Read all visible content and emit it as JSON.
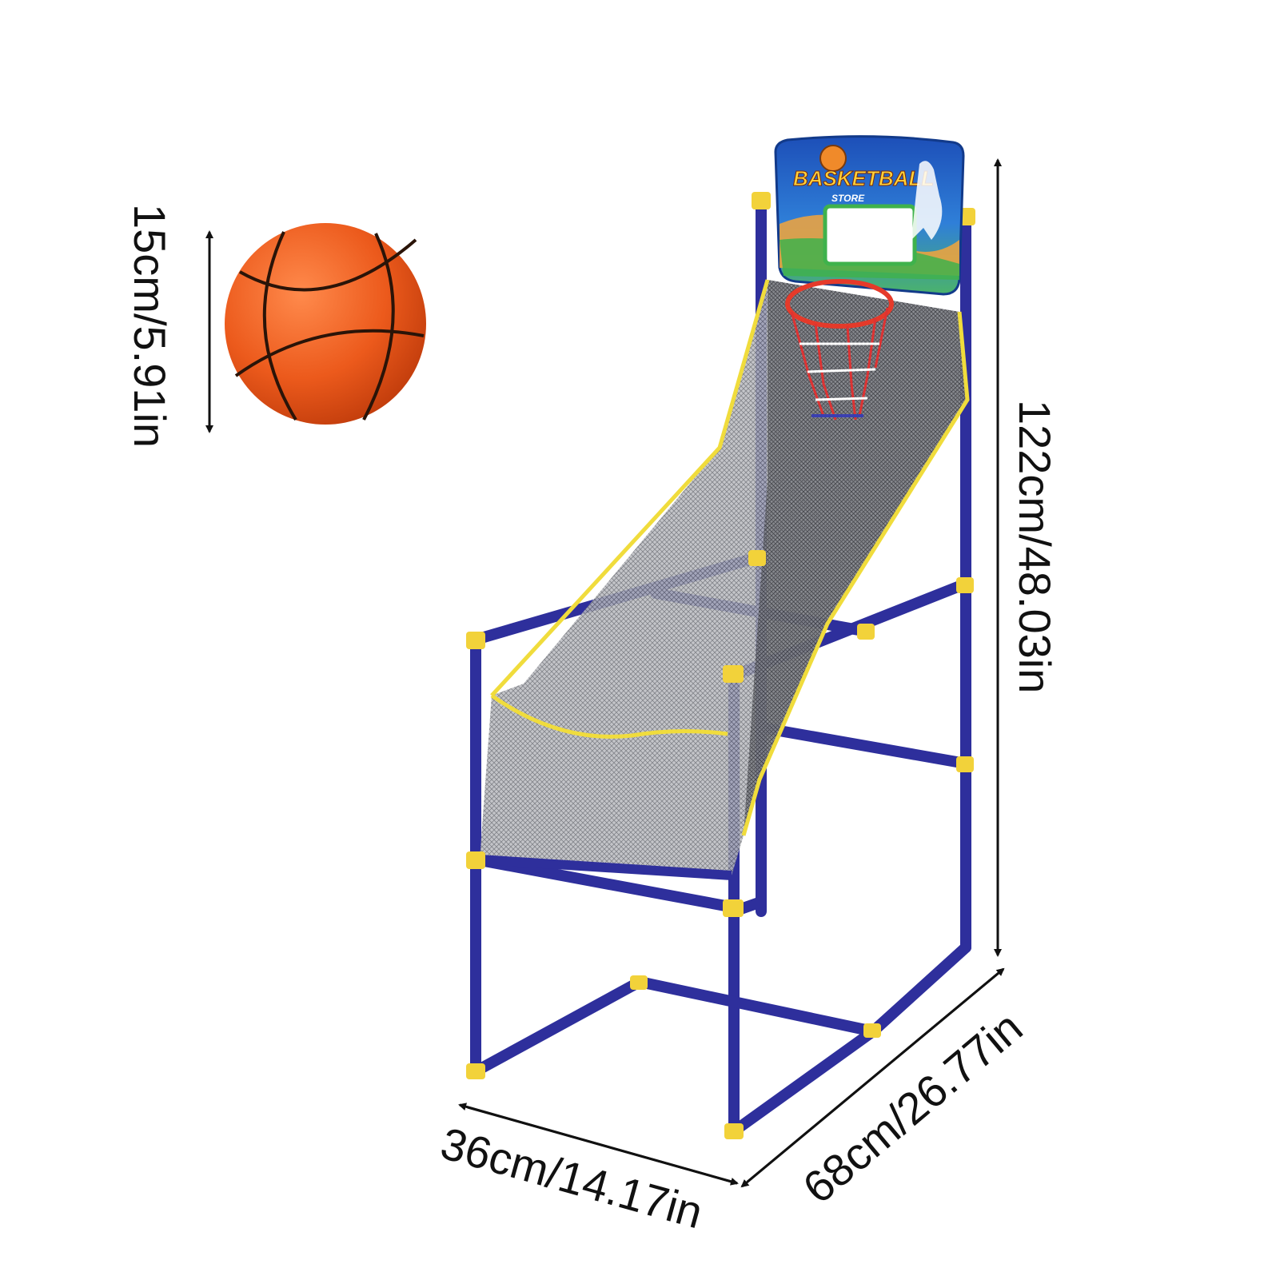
{
  "ball": {
    "dimension_label": "15cm/5.91in"
  },
  "hoop": {
    "height_label": "122cm/48.03in",
    "width_label": "36cm/14.17in",
    "depth_label": "68cm/26.77in",
    "backboard_logo": {
      "line1": "BASKETBALL",
      "line2": "STORE"
    }
  },
  "colors": {
    "frame": "#2e2f9c",
    "joint": "#f2d23a",
    "ball": "#e8541a",
    "net_trim": "#f0dc3c",
    "mesh": "#8e9096",
    "dimension_lines": "#111111"
  }
}
